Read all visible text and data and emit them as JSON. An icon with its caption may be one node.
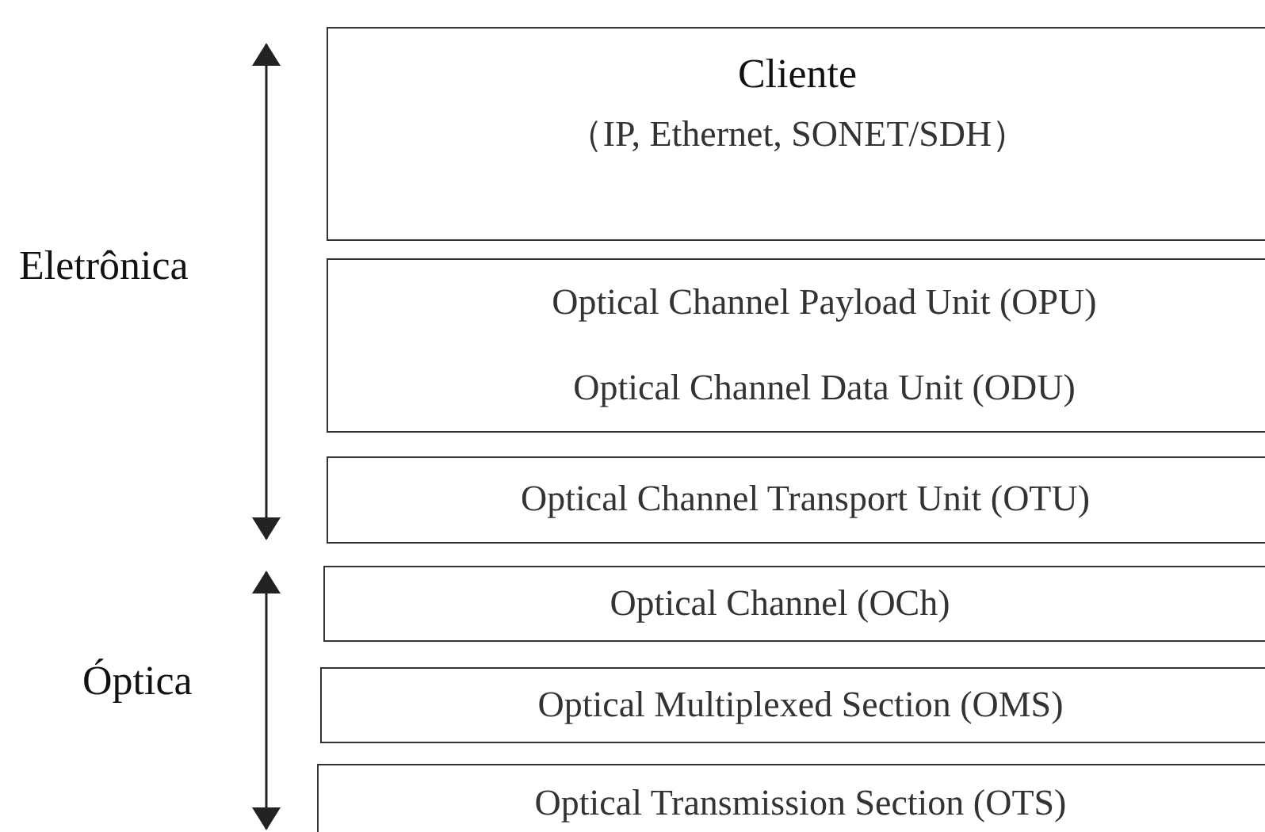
{
  "diagram": {
    "nodes": [
      {
        "text": [
          "Cliente",
          "（IP, Ethernet, SONET/SDH）"
        ]
      },
      {
        "text": [
          "Optical Channel Payload Unit (OPU)",
          "Optical Channel Data Unit (ODU)"
        ]
      },
      {
        "text": [
          "Optical Channel Transport Unit (OTU)"
        ]
      },
      {
        "text": [
          "Optical Channel (OCh)"
        ]
      },
      {
        "text": [
          "Optical Multiplexed Section (OMS)"
        ]
      },
      {
        "text": [
          "Optical Transmission Section (OTS)"
        ]
      }
    ],
    "labels": [
      "Eletrônica",
      "Óptica"
    ]
  }
}
